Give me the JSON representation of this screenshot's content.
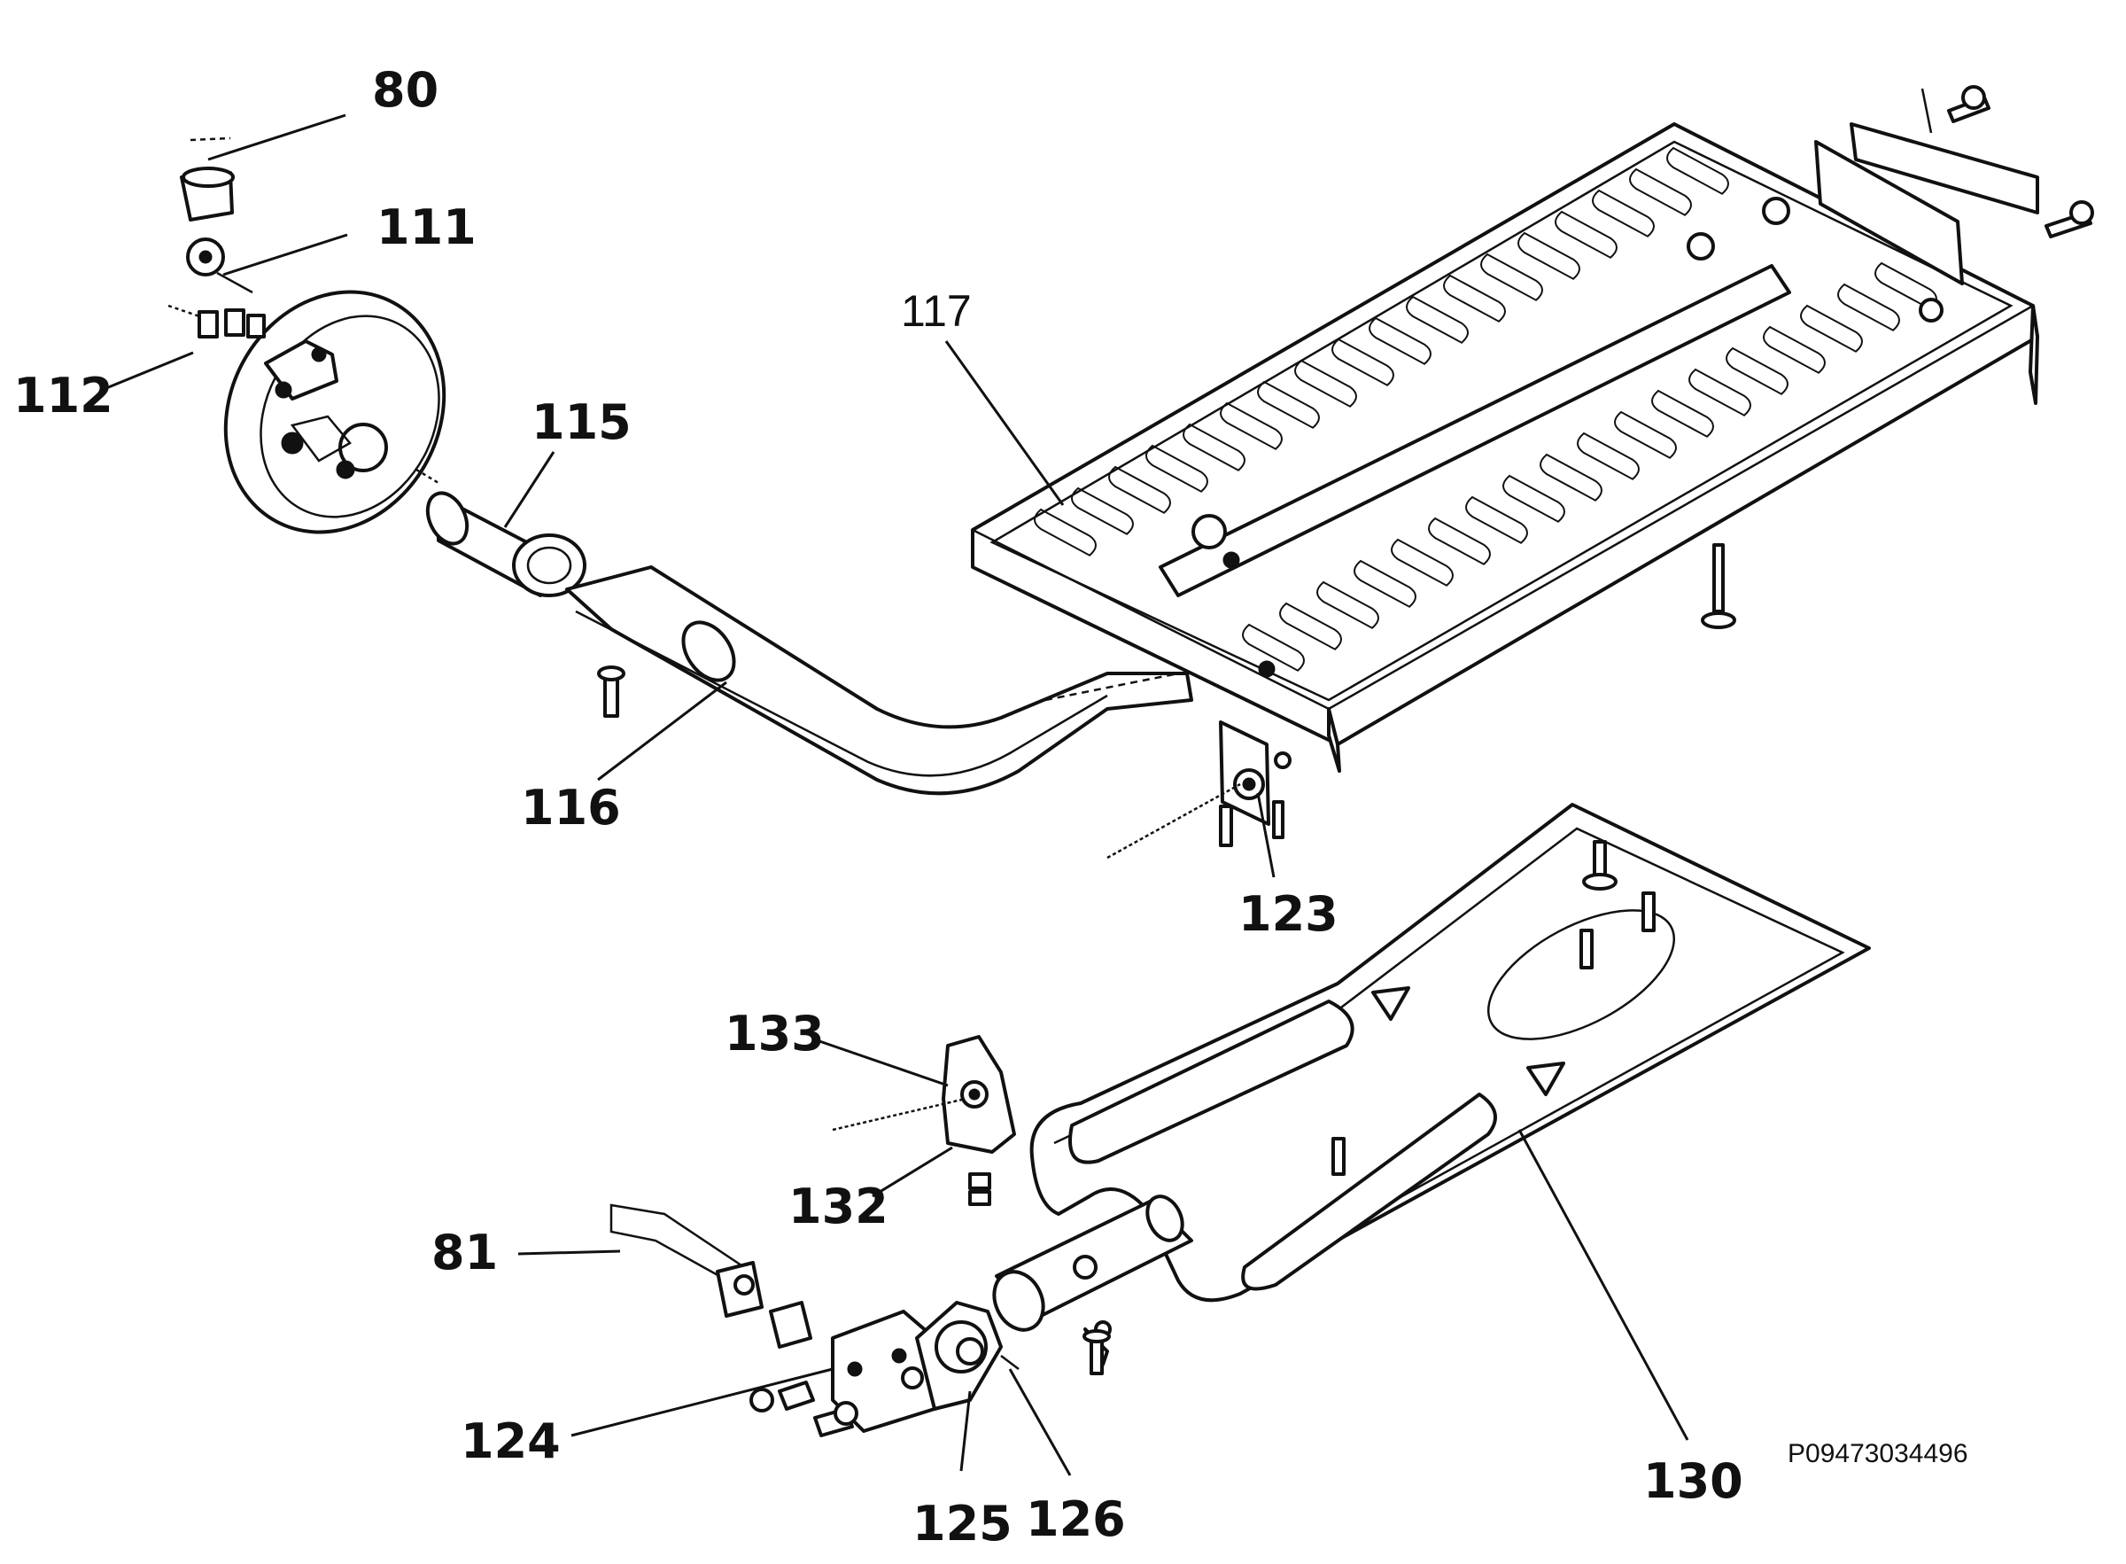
{
  "diagram": {
    "drawing_code": "P09473034496",
    "callouts": {
      "c80": "80",
      "c111": "111",
      "c112": "112",
      "c115": "115",
      "c116": "116",
      "c117": "117",
      "c123": "123",
      "c133": "133",
      "c132": "132",
      "c81": "81",
      "c124": "124",
      "c125": "125",
      "c126": "126",
      "c130": "130"
    }
  }
}
